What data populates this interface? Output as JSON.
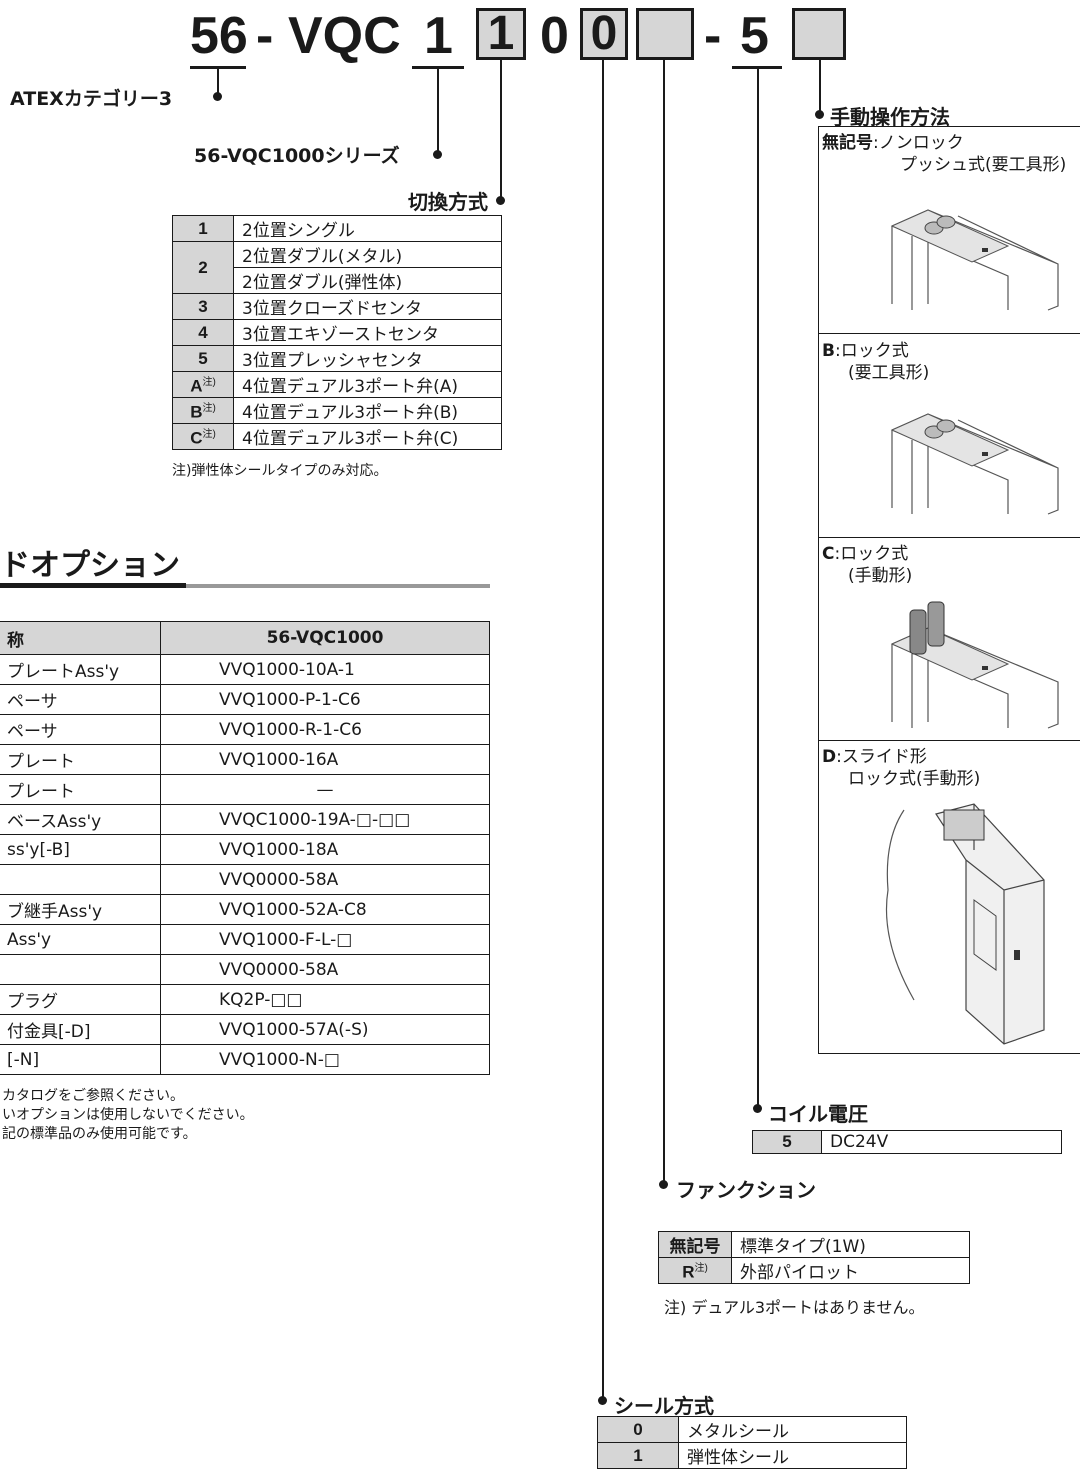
{
  "code": {
    "prefix": "56",
    "dash1": "-",
    "series": "VQC",
    "size": "1",
    "switching": "1",
    "seal": "0",
    "seal_box": "0",
    "dash2": "-",
    "voltage": "5"
  },
  "labels": {
    "atex": "ATEXカテゴリー3",
    "series_label": "56-VQC1000シリーズ",
    "switching_title": "切換方式",
    "manual_title": "手動操作方法",
    "coil_title": "コイル電圧",
    "function_title": "ファンクション",
    "seal_title": "シール方式",
    "options_title": "ドオプション"
  },
  "switching_table": {
    "rows": [
      {
        "key": "1",
        "value": "2位置シングル"
      },
      {
        "key": "2",
        "value": "2位置ダブル(メタル)"
      },
      {
        "key": "",
        "value": "2位置ダブル(弾性体)"
      },
      {
        "key": "3",
        "value": "3位置クローズドセンタ"
      },
      {
        "key": "4",
        "value": "3位置エキゾーストセンタ"
      },
      {
        "key": "5",
        "value": "3位置プレッシャセンタ"
      },
      {
        "key": "A",
        "note": "注)",
        "value": "4位置デュアル3ポート弁(A)"
      },
      {
        "key": "B",
        "note": "注)",
        "value": "4位置デュアル3ポート弁(B)"
      },
      {
        "key": "C",
        "note": "注)",
        "value": "4位置デュアル3ポート弁(C)"
      }
    ],
    "footnote": "注)弾性体シールタイプのみ対応。"
  },
  "options_table": {
    "header_name": "称",
    "header_model": "56-VQC1000",
    "rows": [
      {
        "name": "プレートAss'y",
        "model": "VVQ1000-10A-1"
      },
      {
        "name": "ペーサ",
        "model": "VVQ1000-P-1-C6"
      },
      {
        "name": "ペーサ",
        "model": "VVQ1000-R-1-C6"
      },
      {
        "name": "プレート",
        "model": "VVQ1000-16A"
      },
      {
        "name": "プレート",
        "model": "—"
      },
      {
        "name": "ベースAss'y",
        "model": "VVQC1000-19A-□-□□"
      },
      {
        "name": "ss'y[-B]",
        "model": "VVQ1000-18A"
      },
      {
        "name": "",
        "model": "VVQ0000-58A"
      },
      {
        "name": "ブ継手Ass'y",
        "model": "VVQ1000-52A-C8"
      },
      {
        "name": "Ass'y",
        "model": "VVQ1000-F-L-□"
      },
      {
        "name": "",
        "model": "VVQ0000-58A"
      },
      {
        "name": "プラグ",
        "model": "KQ2P-□□"
      },
      {
        "name": "付金具[-D]",
        "model": "VVQ1000-57A(-S)"
      },
      {
        "name": "[-N]",
        "model": "VVQ1000-N-□"
      }
    ],
    "notes": [
      "カタログをご参照ください。",
      "いオプションは使用しないでください。",
      "記の標準品のみ使用可能です。"
    ]
  },
  "manual_options": [
    {
      "key": "無記号",
      "sep": ":",
      "line1": "ノンロック",
      "line2": "プッシュ式(要工具形)"
    },
    {
      "key": "B",
      "sep": ":",
      "line1": "ロック式",
      "line2": "(要工具形)"
    },
    {
      "key": "C",
      "sep": ":",
      "line1": "ロック式",
      "line2": "(手動形)"
    },
    {
      "key": "D",
      "sep": ":",
      "line1": "スライド形",
      "line2": "ロック式(手動形)"
    }
  ],
  "coil_table": [
    {
      "key": "5",
      "value": "DC24V"
    }
  ],
  "function_table": {
    "rows": [
      {
        "key": "無記号",
        "value": "標準タイプ(1W)"
      },
      {
        "key": "R",
        "note": "注)",
        "value": "外部パイロット"
      }
    ],
    "footnote": "注) デュアル3ポートはありません。"
  },
  "seal_table": [
    {
      "key": "0",
      "value": "メタルシール"
    },
    {
      "key": "1",
      "value": "弾性体シール"
    }
  ]
}
